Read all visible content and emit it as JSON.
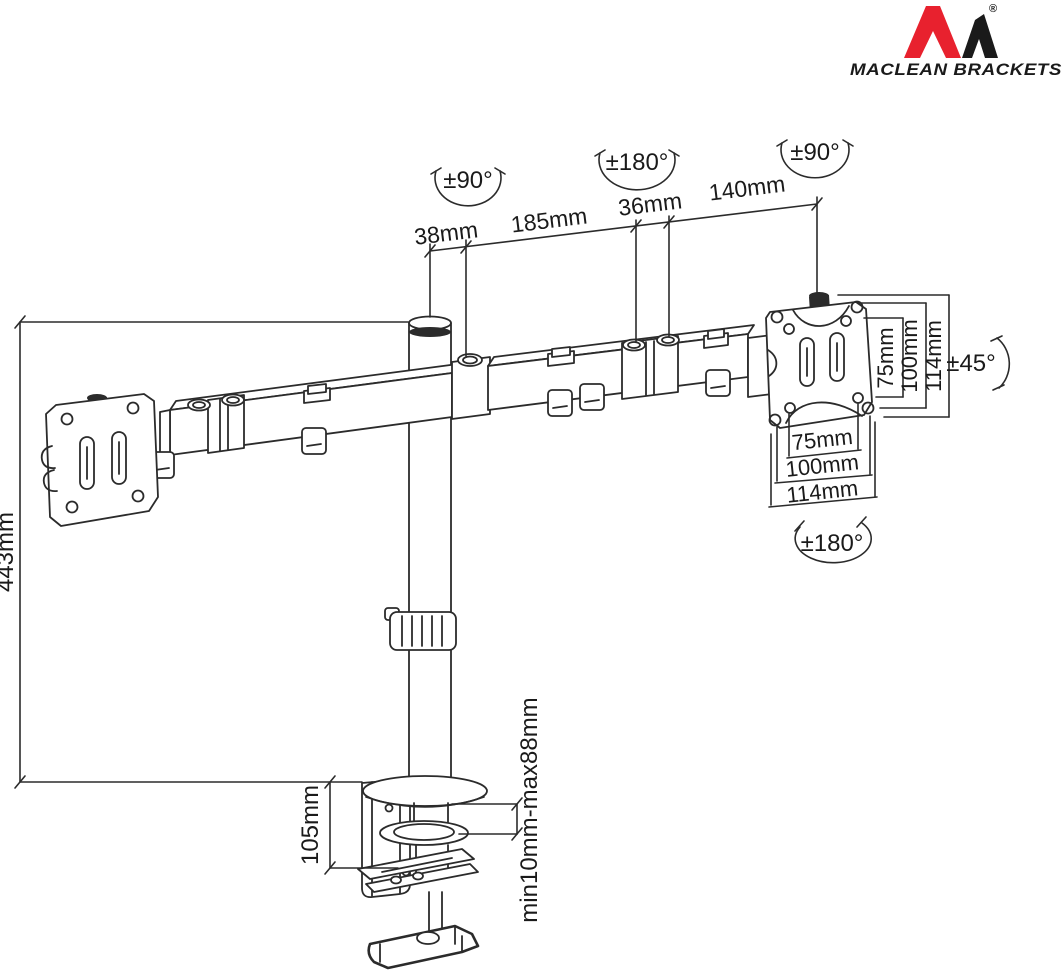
{
  "brand": {
    "logo_text": "MACLEAN BRACKETS",
    "registered_mark": "®"
  },
  "rotation_labels": {
    "pole_swivel": "±90°",
    "elbow_swivel": "±180°",
    "head_swivel": "±90°",
    "head_tilt": "±45°",
    "vesa_rotate": "±180°"
  },
  "dimensions": {
    "arm_segments": [
      "38mm",
      "185mm",
      "36mm",
      "140mm"
    ],
    "vesa_vertical": [
      "75mm",
      "100mm",
      "114mm"
    ],
    "vesa_horizontal": [
      "75mm",
      "100mm",
      "114mm"
    ],
    "pole_height": "443mm",
    "clamp_body_height": "105mm",
    "desk_thickness_range": "min10mm-max88mm"
  },
  "colors": {
    "line": "#2b2b2b",
    "logo_red": "#e8212e",
    "logo_dark": "#1a1a1a"
  }
}
